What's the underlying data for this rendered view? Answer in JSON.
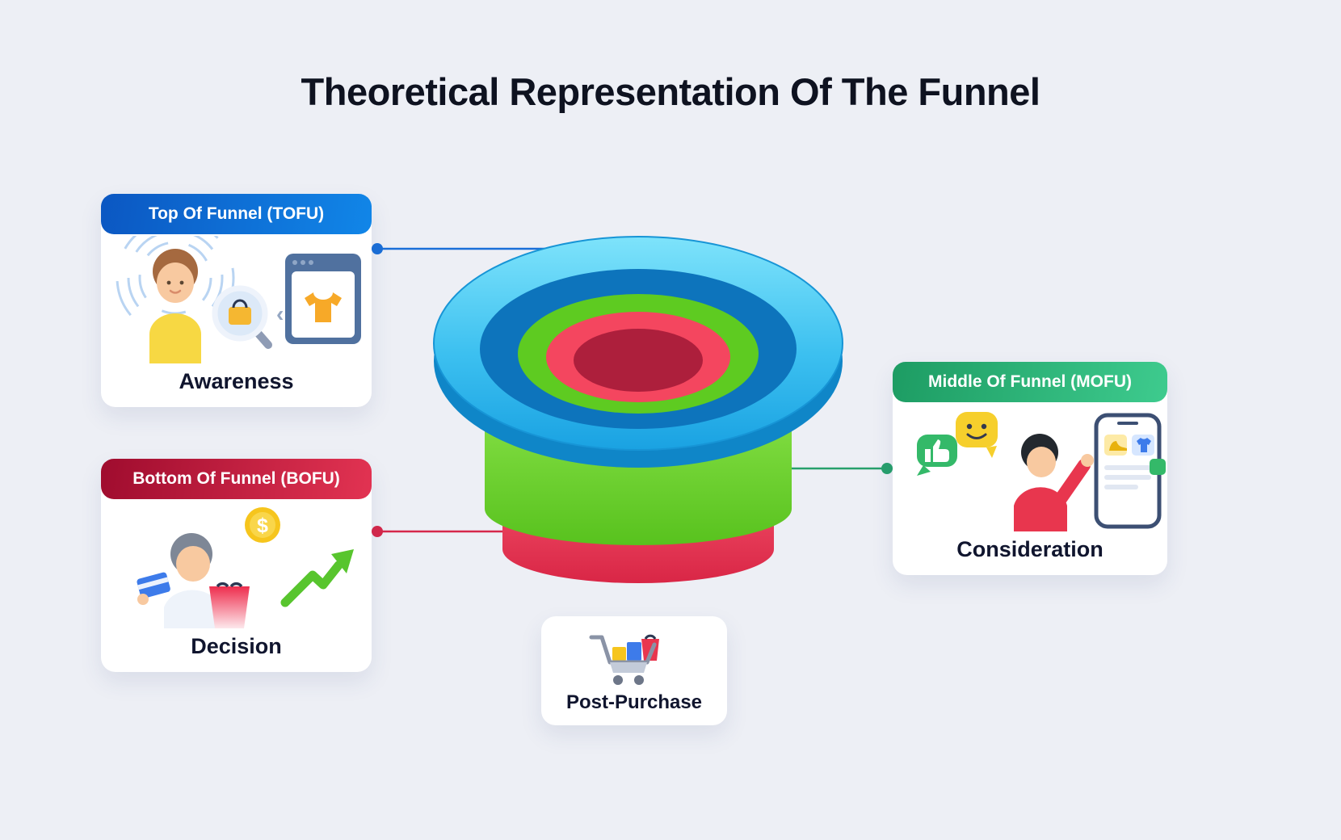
{
  "title": "Theoretical Representation Of The Funnel",
  "cards": {
    "tofu": {
      "header": "Top Of Funnel (TOFU)",
      "label": "Awareness",
      "chevron": "‹"
    },
    "bofu": {
      "header": "Bottom Of Funnel (BOFU)",
      "label": "Decision",
      "coin_symbol": "$"
    },
    "mofu": {
      "header": "Middle Of Funnel (MOFU)",
      "label": "Consideration"
    },
    "post_purchase": {
      "label": "Post-Purchase"
    }
  },
  "funnel": {
    "stages": [
      {
        "stage": "Top Of Funnel (TOFU)",
        "label": "Awareness",
        "color": "#3cc5f2"
      },
      {
        "stage": "Middle Of Funnel (MOFU)",
        "label": "Consideration",
        "color": "#5ecb21"
      },
      {
        "stage": "Bottom Of Funnel (BOFU)",
        "label": "Decision",
        "color": "#f4465f"
      }
    ],
    "post_stage": "Post-Purchase"
  },
  "colors": {
    "background": "#edeff5",
    "tofu_header": "#0d62d6",
    "bofu_header": "#c21236",
    "mofu_header": "#22a873",
    "tofu_line": "#1a6fd8",
    "bofu_line": "#d6274a",
    "mofu_line": "#27a06c",
    "label_text": "#10152e",
    "title_text": "#0e1220"
  }
}
